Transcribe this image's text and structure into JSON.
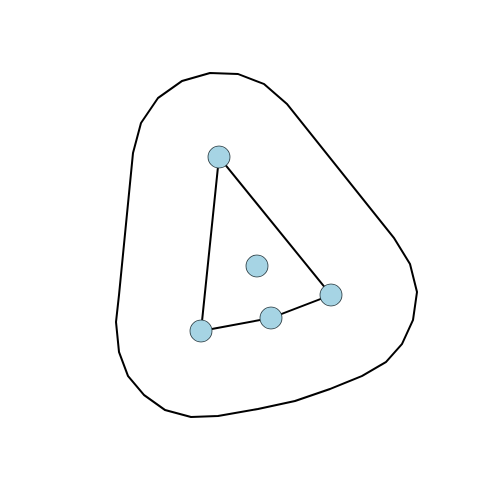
{
  "colors": {
    "background": "#ffffff",
    "stroke": "#000000",
    "node_fill": "#a6d4e4",
    "node_stroke": "#2a3a40"
  },
  "nodes": [
    {
      "id": "vertex-top"
    },
    {
      "id": "vertex-right"
    },
    {
      "id": "vertex-bottom-mid"
    },
    {
      "id": "vertex-bottom-left"
    },
    {
      "id": "center-point"
    }
  ],
  "edges": [
    {
      "from": "vertex-top",
      "to": "vertex-right"
    },
    {
      "from": "vertex-right",
      "to": "vertex-bottom-mid"
    },
    {
      "from": "vertex-bottom-mid",
      "to": "vertex-bottom-left"
    },
    {
      "from": "vertex-bottom-left",
      "to": "vertex-top"
    }
  ]
}
